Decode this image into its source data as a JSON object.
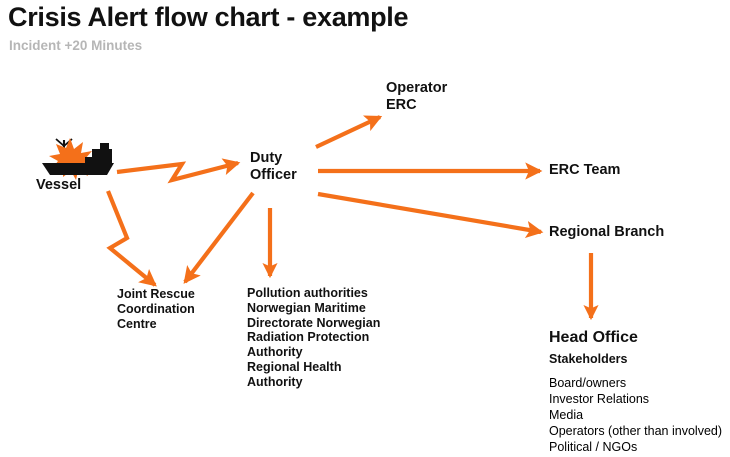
{
  "header": {
    "title": "Crisis Alert flow chart - example",
    "subtitle": "Incident +20 Minutes"
  },
  "colors": {
    "accent_orange": "#f4701a",
    "text_black": "#111111",
    "subtitle_grey": "#b6b6b6",
    "background": "#ffffff"
  },
  "nodes": {
    "vessel": {
      "label": "Vessel",
      "icon": "burning-ship-icon"
    },
    "duty_officer": {
      "line1": "Duty",
      "line2": "Officer"
    },
    "operator_erc": {
      "line1": "Operator",
      "line2": "ERC"
    },
    "erc_team": {
      "label": "ERC Team"
    },
    "regional_branch": {
      "label": "Regional Branch"
    },
    "head_office": {
      "title": "Head Office",
      "subtitle": "Stakeholders",
      "stakeholders": [
        "Board/owners",
        "Investor  Relations",
        "Media",
        "Operators (other than involved)",
        "Political / NGOs"
      ]
    },
    "jrcc": {
      "lines": [
        "Joint Rescue",
        "Coordination",
        "Centre"
      ]
    },
    "authorities": {
      "lines": [
        "Pollution authorities",
        "Norwegian Maritime",
        "Directorate Norwegian",
        "Radiation Protection",
        "Authority",
        "Regional Health",
        "Authority"
      ]
    }
  },
  "connectors": [
    {
      "name": "vessel-to-duty-officer",
      "style": "zigzag"
    },
    {
      "name": "vessel-to-jrcc",
      "style": "zigzag"
    },
    {
      "name": "duty-officer-to-operator-erc",
      "style": "straight"
    },
    {
      "name": "duty-officer-to-erc-team",
      "style": "straight"
    },
    {
      "name": "duty-officer-to-regional-branch",
      "style": "straight"
    },
    {
      "name": "duty-officer-to-authorities",
      "style": "straight"
    },
    {
      "name": "duty-officer-to-jrcc",
      "style": "straight"
    },
    {
      "name": "regional-branch-to-head-office",
      "style": "straight"
    }
  ]
}
